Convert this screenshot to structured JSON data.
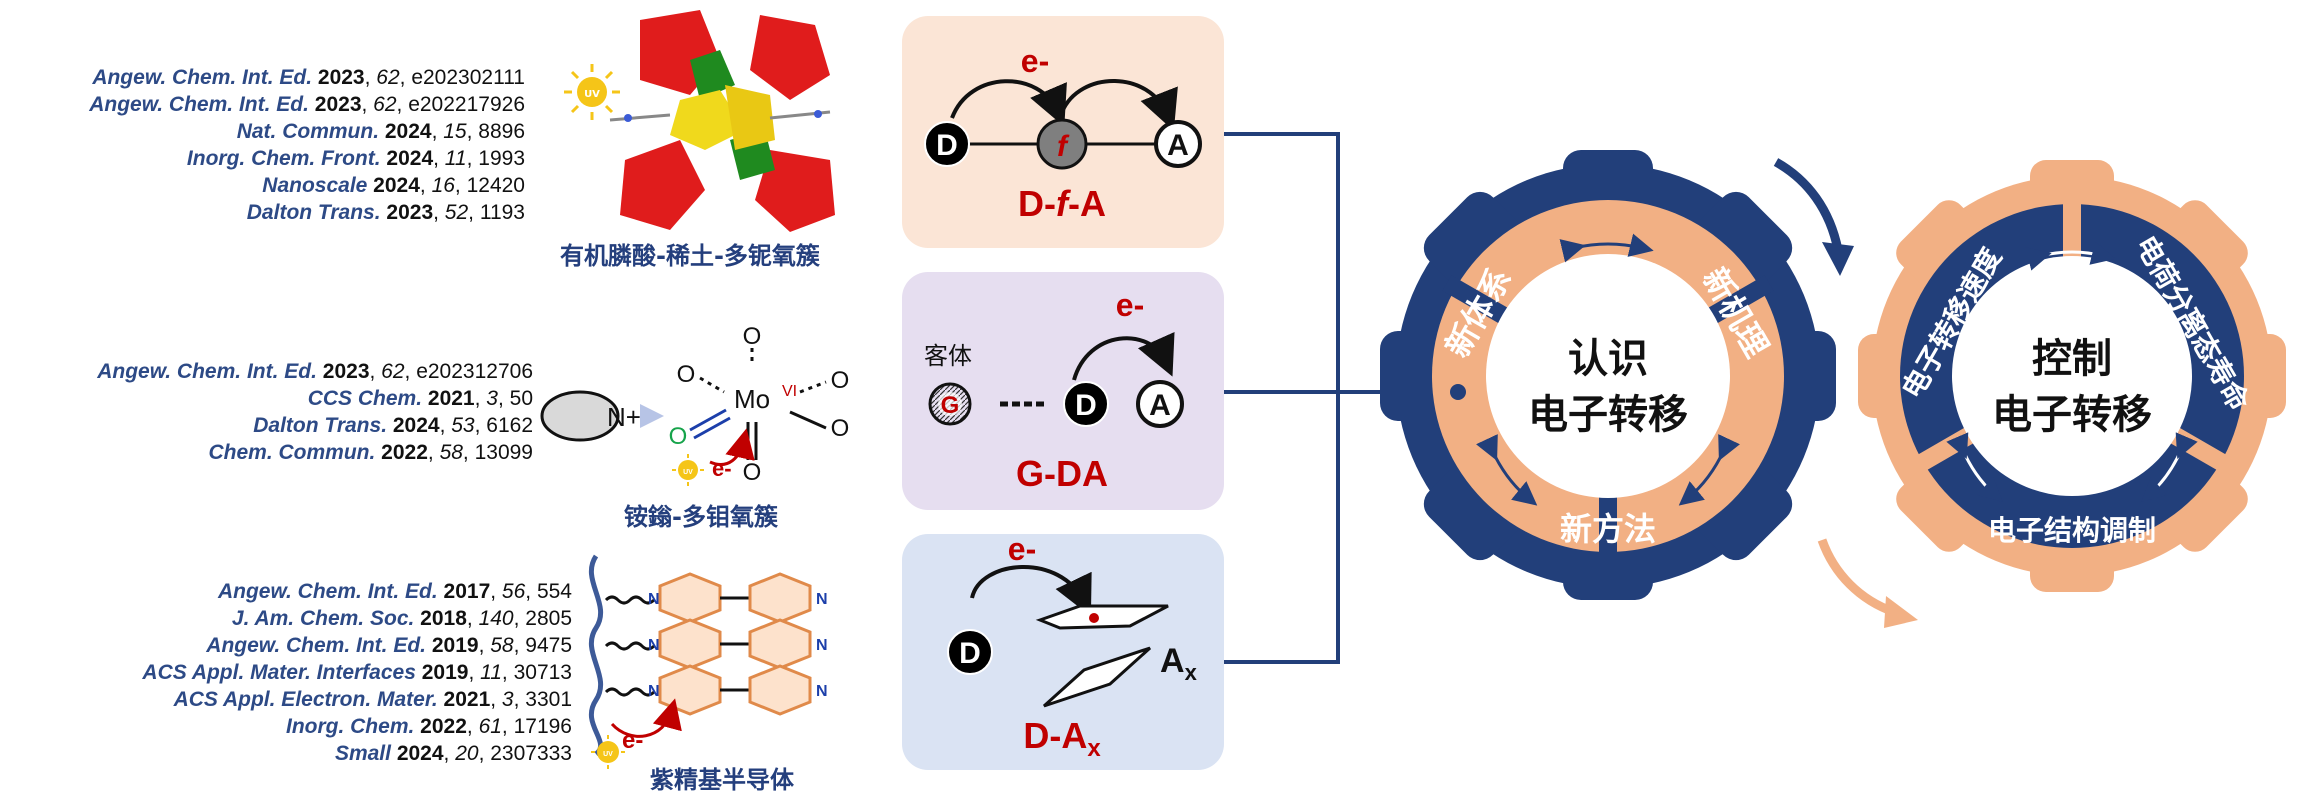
{
  "colors": {
    "navy": "#223f7a",
    "peach": "#f2b084",
    "red": "#c00000",
    "panel1": "#fbe5d6",
    "panel2": "#e6def0",
    "panel3": "#dae3f3",
    "journal": "#2d4a86"
  },
  "row1": {
    "references": [
      {
        "journal": "Angew. Chem. Int. Ed.",
        "year": "2023",
        "volume": "62",
        "pages": "e202302111"
      },
      {
        "journal": "Angew. Chem. Int. Ed.",
        "year": "2023",
        "volume": "62",
        "pages": "e202217926"
      },
      {
        "journal": "Nat. Commun.",
        "year": "2024",
        "volume": "15",
        "pages": "8896"
      },
      {
        "journal": "Inorg. Chem. Front.",
        "year": "2024",
        "volume": "11",
        "pages": "1993"
      },
      {
        "journal": "Nanoscale",
        "year": "2024",
        "volume": "16",
        "pages": "12420"
      },
      {
        "journal": "Dalton Trans.",
        "year": "2023",
        "volume": "52",
        "pages": "1193"
      }
    ],
    "caption": "有机膦酸-稀土-多铌氧簇",
    "uv_label": "UV",
    "scheme": {
      "e_label": "e-",
      "donor": "D",
      "center": "f",
      "acceptor": "A",
      "title_left": "D-",
      "title_mid": "f",
      "title_right": "-A"
    }
  },
  "row2": {
    "references": [
      {
        "journal": "Angew. Chem. Int. Ed.",
        "year": "2023",
        "volume": "62",
        "pages": "e202312706"
      },
      {
        "journal": "CCS Chem.",
        "year": "2021",
        "volume": "3",
        "pages": "50"
      },
      {
        "journal": "Dalton Trans.",
        "year": "2024",
        "volume": "53",
        "pages": "6162"
      },
      {
        "journal": "Chem. Commun.",
        "year": "2022",
        "volume": "58",
        "pages": "13099"
      }
    ],
    "caption": "铵鎓-多钼氧簇",
    "molecule": {
      "cation": "N+",
      "metal": "Mo",
      "ox_state": "VI",
      "oxygen": "O",
      "uv": "UV",
      "e_label": "e-"
    },
    "scheme": {
      "guest_label": "客体",
      "guest": "G",
      "donor": "D",
      "acceptor": "A",
      "e_label": "e-",
      "title": "G-DA"
    }
  },
  "row3": {
    "references": [
      {
        "journal": "Angew. Chem. Int. Ed.",
        "year": "2017",
        "volume": "56",
        "pages": "554"
      },
      {
        "journal": "J. Am. Chem. Soc.",
        "year": "2018",
        "volume": "140",
        "pages": "2805"
      },
      {
        "journal": "Angew. Chem. Int. Ed.",
        "year": "2019",
        "volume": "58",
        "pages": "9475"
      },
      {
        "journal": "ACS Appl. Mater. Interfaces",
        "year": "2019",
        "volume": "11",
        "pages": "30713"
      },
      {
        "journal": "ACS Appl. Electron. Mater.",
        "year": "2021",
        "volume": "3",
        "pages": "3301"
      },
      {
        "journal": "Inorg. Chem.",
        "year": "2022",
        "volume": "61",
        "pages": "17196"
      },
      {
        "journal": "Small",
        "year": "2024",
        "volume": "20",
        "pages": "2307333"
      }
    ],
    "caption": "紫精基半导体",
    "molecule": {
      "n_label": "N",
      "uv": "UV",
      "e_label": "e-"
    },
    "scheme": {
      "e_label": "e-",
      "donor": "D",
      "acceptor_base": "A",
      "acceptor_sub": "x",
      "title_base": "D-A",
      "title_sub": "x"
    }
  },
  "gear_left": {
    "center_line1": "认识",
    "center_line2": "电子转移",
    "segments": [
      "新体系",
      "新机理",
      "新方法"
    ]
  },
  "gear_right": {
    "center_line1": "控制",
    "center_line2": "电子转移",
    "segments": [
      "电子转移速度",
      "电荷分离态寿命",
      "电子结构调制"
    ]
  }
}
